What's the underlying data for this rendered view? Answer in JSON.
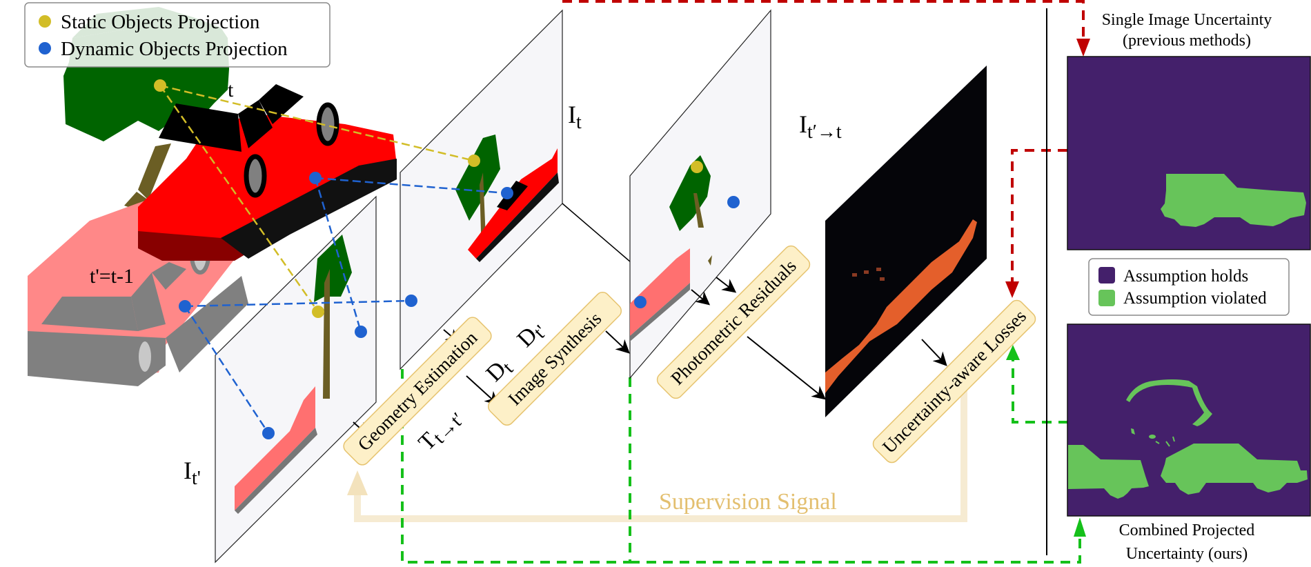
{
  "legend_projection": {
    "items": [
      {
        "label": "Static Objects Projection",
        "color": "#d2bd27"
      },
      {
        "label": "Dynamic Objects Projection",
        "color": "#1f62d0"
      }
    ]
  },
  "scene": {
    "car_t_label": "t",
    "car_prev_label": "t'=t-1"
  },
  "frames": {
    "it_prime": {
      "label": "I",
      "sub": "t'"
    },
    "it": {
      "label": "I",
      "sub": "t"
    },
    "it_warp": {
      "label": "I",
      "sub": "t′→t"
    }
  },
  "process_boxes": {
    "geometry_estimation": "Geometry Estimation",
    "image_synthesis": "Image Synthesis",
    "photometric_residuals": "Photometric Residuals",
    "uncertainty_losses": "Uncertainty-aware Losses"
  },
  "variables": {
    "pose": {
      "main": "T",
      "sub": "t→t′"
    },
    "depth_t": {
      "main": "D",
      "sub": "t"
    },
    "depth_tp": {
      "main": "D",
      "sub": "t'"
    }
  },
  "supervision": {
    "label": "Supervision Signal",
    "color": "#e3bf6f"
  },
  "uncertainty_panels": {
    "single": {
      "title_line1": "Single Image Uncertainty",
      "title_line2": "(previous methods)"
    },
    "combined": {
      "title_line1": "Combined Projected",
      "title_line2": "Uncertainty (ours)"
    }
  },
  "legend_assumption": {
    "items": [
      {
        "label": "Assumption holds",
        "color": "#44206b"
      },
      {
        "label": "Assumption violated",
        "color": "#67c45a"
      }
    ]
  },
  "colors": {
    "red_arrow": "#c00000",
    "green_arrow": "#15c01a",
    "residual_orange": "#e45f2b",
    "box_fill": "#fdf0c8",
    "box_stroke": "#e6c36e"
  }
}
